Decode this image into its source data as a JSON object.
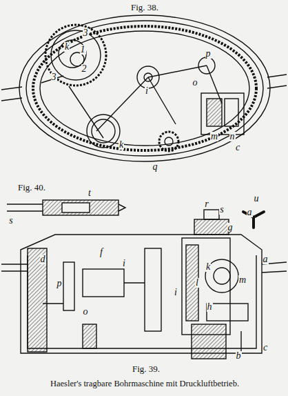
{
  "diagram": {
    "caption": "Haesler's tragbare Bohrmaschine mit Druckluftbetrieb.",
    "labels": [
      "Fig. 38.",
      "k",
      "1",
      "2",
      "3",
      "3",
      "i",
      "p",
      "o",
      "m",
      "n",
      "c",
      "k",
      "q",
      "Fig. 40.",
      "t",
      "s",
      "u",
      "r",
      "s",
      "a",
      "g",
      "d",
      "f",
      "i",
      "p",
      "o",
      "h",
      "i",
      "k",
      "m",
      "l",
      "a",
      "c",
      "b",
      "Fig. 39."
    ]
  }
}
